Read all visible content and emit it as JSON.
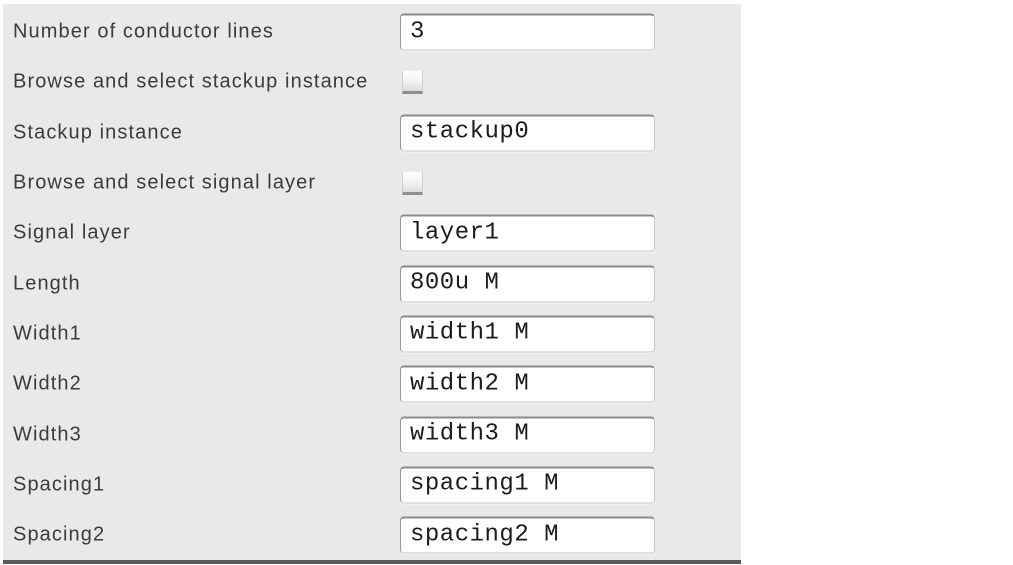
{
  "form": {
    "rows": [
      {
        "id": "number-of-conductor-lines",
        "label": "Number of conductor lines",
        "control": "text",
        "value": "3"
      },
      {
        "id": "browse-and-select-stackup-instance",
        "label": "Browse and select stackup instance",
        "control": "checkbox",
        "checked": false
      },
      {
        "id": "stackup-instance",
        "label": "Stackup instance",
        "control": "text",
        "value": "stackup0"
      },
      {
        "id": "browse-and-select-signal-layer",
        "label": "Browse and select signal layer",
        "control": "checkbox",
        "checked": false
      },
      {
        "id": "signal-layer",
        "label": "Signal layer",
        "control": "text",
        "value": "layer1"
      },
      {
        "id": "length",
        "label": "Length",
        "control": "text",
        "value": "800u M"
      },
      {
        "id": "width1",
        "label": "Width1",
        "control": "text",
        "value": "width1 M"
      },
      {
        "id": "width2",
        "label": "Width2",
        "control": "text",
        "value": "width2 M"
      },
      {
        "id": "width3",
        "label": "Width3",
        "control": "text",
        "value": "width3 M"
      },
      {
        "id": "spacing1",
        "label": "Spacing1",
        "control": "text",
        "value": "spacing1 M"
      },
      {
        "id": "spacing2",
        "label": "Spacing2",
        "control": "text",
        "value": "spacing2 M"
      }
    ],
    "colors": {
      "panel_bg": "#e9e9e9",
      "page_bg": "#ffffff",
      "label_text": "#3b3b3b",
      "input_bg": "#ffffff",
      "input_text": "#1c1c1c",
      "input_border_dark": "#8b8b8b",
      "input_border_light": "#c6c6c6",
      "bottom_bar": "#5a5a5a"
    }
  }
}
